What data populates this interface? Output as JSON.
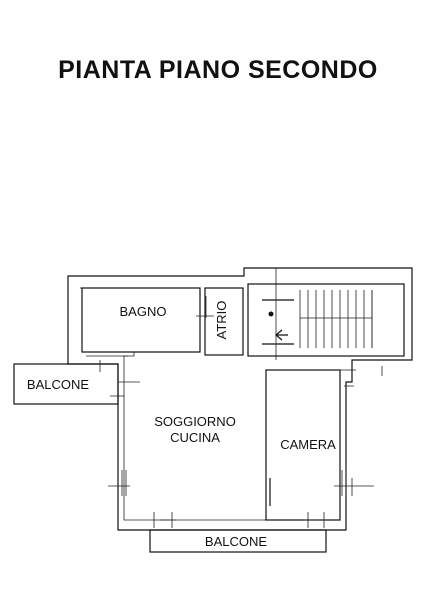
{
  "title": "PIANTA PIANO SECONDO",
  "rooms": {
    "bagno": "BAGNO",
    "atrio": "ATRIO",
    "balcone_left": "BALCONE",
    "soggiorno": "SOGGIORNO",
    "cucina": "CUCINA",
    "camera": "CAMERA",
    "balcone_bottom": "BALCONE"
  }
}
